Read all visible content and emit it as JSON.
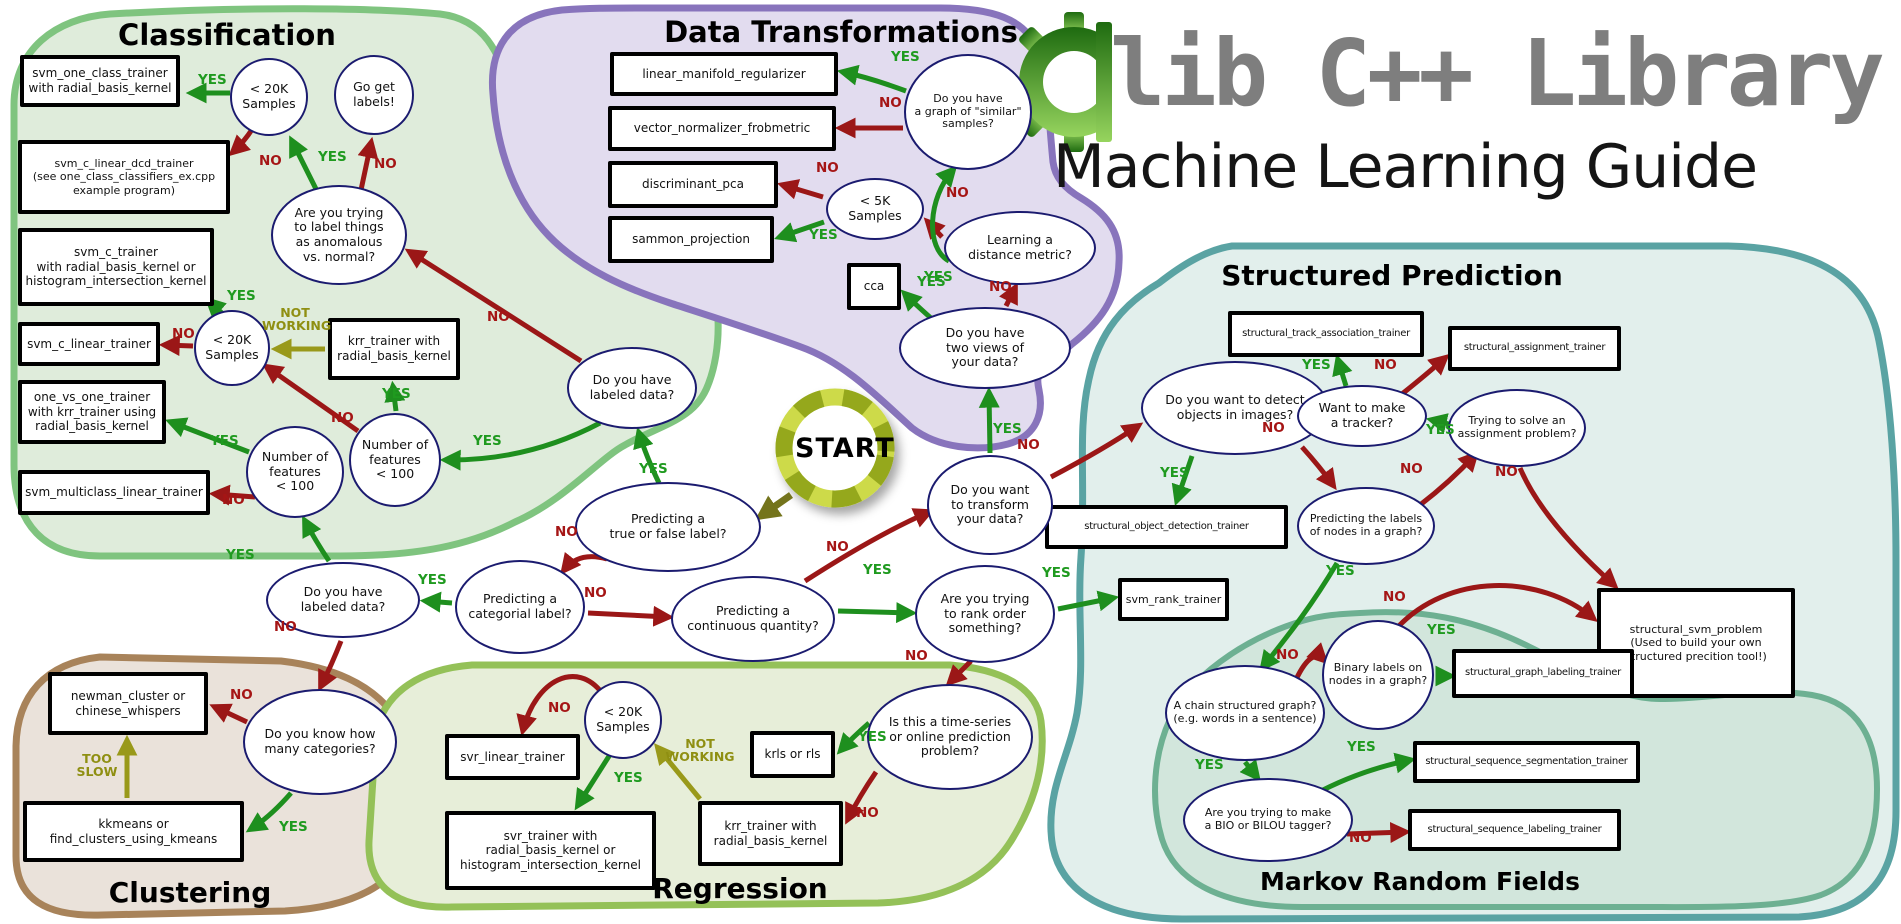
{
  "header": {
    "library_title": "lib C++ Library",
    "subtitle": "Machine Learning Guide"
  },
  "start": {
    "label": "START"
  },
  "regions": {
    "classification": {
      "title": "Classification"
    },
    "data_transformations": {
      "title": "Data Transformations"
    },
    "clustering": {
      "title": "Clustering"
    },
    "regression": {
      "title": "Regression"
    },
    "structured_prediction": {
      "title": "Structured Prediction"
    },
    "markov_random_fields": {
      "title": "Markov Random Fields"
    }
  },
  "nodes": {
    "svm_one_class": {
      "type": "result",
      "region": "classification",
      "label": "svm_one_class_trainer\nwith radial_basis_kernel"
    },
    "svm_c_linear_dcd": {
      "type": "result",
      "region": "classification",
      "label": "svm_c_linear_dcd_trainer\n(see one_class_classifiers_ex.cpp\nexample program)"
    },
    "svm_c_trainer": {
      "type": "result",
      "region": "classification",
      "label": "svm_c_trainer\nwith radial_basis_kernel or\nhistogram_intersection_kernel"
    },
    "svm_c_linear": {
      "type": "result",
      "region": "classification",
      "label": "svm_c_linear_trainer"
    },
    "one_vs_one": {
      "type": "result",
      "region": "classification",
      "label": "one_vs_one_trainer\nwith krr_trainer using\nradial_basis_kernel"
    },
    "svm_multiclass": {
      "type": "result",
      "region": "classification",
      "label": "svm_multiclass_linear_trainer"
    },
    "krr_top": {
      "type": "result",
      "region": "classification",
      "label": "krr_trainer with\nradial_basis_kernel"
    },
    "lt20k_class_top": {
      "type": "decision",
      "region": "classification",
      "label": "< 20K\nSamples"
    },
    "go_get_labels": {
      "type": "decision",
      "region": "classification",
      "label": "Go get\nlabels!"
    },
    "anomalous": {
      "type": "decision",
      "region": "classification",
      "label": "Are you trying\nto label things\nas anomalous\nvs. normal?"
    },
    "lt20k_class_mid": {
      "type": "decision",
      "region": "classification",
      "label": "< 20K\nSamples"
    },
    "features_left": {
      "type": "decision",
      "region": "classification",
      "label": "Number of\nfeatures\n< 100"
    },
    "features_right": {
      "type": "decision",
      "region": "classification",
      "label": "Number of\nfeatures\n< 100"
    },
    "labeled_arm": {
      "type": "decision",
      "region": "classification",
      "label": "Do you have\nlabeled data?"
    },
    "linear_manifold": {
      "type": "result",
      "region": "data_transformations",
      "label": "linear_manifold_regularizer"
    },
    "vector_normalizer": {
      "type": "result",
      "region": "data_transformations",
      "label": "vector_normalizer_frobmetric"
    },
    "discriminant_pca": {
      "type": "result",
      "region": "data_transformations",
      "label": "discriminant_pca"
    },
    "sammon": {
      "type": "result",
      "region": "data_transformations",
      "label": "sammon_projection"
    },
    "cca": {
      "type": "result",
      "region": "data_transformations",
      "label": "cca"
    },
    "graph_similar": {
      "type": "decision",
      "region": "data_transformations",
      "label": "Do you have\na graph of \"similar\"\nsamples?"
    },
    "lt5k": {
      "type": "decision",
      "region": "data_transformations",
      "label": "< 5K\nSamples"
    },
    "distance_metric": {
      "type": "decision",
      "region": "data_transformations",
      "label": "Learning a\ndistance metric?"
    },
    "two_views": {
      "type": "decision",
      "region": "data_transformations",
      "label": "Do you have\ntwo views of\nyour data?"
    },
    "true_false": {
      "type": "decision",
      "region": "center",
      "label": "Predicting a\ntrue or false label?"
    },
    "labeled_center": {
      "type": "decision",
      "region": "center",
      "label": "Do you have\nlabeled data?"
    },
    "categorial": {
      "type": "decision",
      "region": "center",
      "label": "Predicting a\ncategorial label?"
    },
    "continuous": {
      "type": "decision",
      "region": "center",
      "label": "Predicting a\ncontinuous quantity?"
    },
    "transform": {
      "type": "decision",
      "region": "center",
      "label": "Do you want\nto transform\nyour data?"
    },
    "rank_order": {
      "type": "decision",
      "region": "center",
      "label": "Are you trying\nto rank order\nsomething?"
    },
    "newman": {
      "type": "result",
      "region": "clustering",
      "label": "newman_cluster or\nchinese_whispers"
    },
    "kkmeans": {
      "type": "result",
      "region": "clustering",
      "label": "kkmeans or\nfind_clusters_using_kmeans"
    },
    "know_categories": {
      "type": "decision",
      "region": "clustering",
      "label": "Do you know how\nmany categories?"
    },
    "svr_linear": {
      "type": "result",
      "region": "regression",
      "label": "svr_linear_trainer"
    },
    "svr_trainer": {
      "type": "result",
      "region": "regression",
      "label": "svr_trainer with\nradial_basis_kernel or\nhistogram_intersection_kernel"
    },
    "krls": {
      "type": "result",
      "region": "regression",
      "label": "krls or rls"
    },
    "krr_reg": {
      "type": "result",
      "region": "regression",
      "label": "krr_trainer with\nradial_basis_kernel"
    },
    "lt20k_reg": {
      "type": "decision",
      "region": "regression",
      "label": "< 20K\nSamples"
    },
    "timeseries": {
      "type": "decision",
      "region": "regression",
      "label": "Is this a time-series\nor online prediction\nproblem?"
    },
    "track_assoc": {
      "type": "result",
      "region": "structured_prediction",
      "label": "structural_track_association_trainer"
    },
    "assignment": {
      "type": "result",
      "region": "structured_prediction",
      "label": "structural_assignment_trainer"
    },
    "object_detection": {
      "type": "result",
      "region": "structured_prediction",
      "label": "structural_object_detection_trainer"
    },
    "svm_problem": {
      "type": "result",
      "region": "structured_prediction",
      "label": "structural_svm_problem\n(Used to build your own\nstructured precition tool!)"
    },
    "svm_rank": {
      "type": "result",
      "region": "structured_prediction",
      "label": "svm_rank_trainer"
    },
    "detect_objects": {
      "type": "decision",
      "region": "structured_prediction",
      "label": "Do you want to detect\nobjects in images?"
    },
    "tracker": {
      "type": "decision",
      "region": "structured_prediction",
      "label": "Want to make\na tracker?"
    },
    "assign_problem": {
      "type": "decision",
      "region": "structured_prediction",
      "label": "Trying to solve an\nassignment problem?"
    },
    "pred_labels": {
      "type": "decision",
      "region": "structured_prediction",
      "label": "Predicting the labels\nof nodes in a graph?"
    },
    "graph_labeling": {
      "type": "result",
      "region": "markov_random_fields",
      "label": "structural_graph_labeling_trainer"
    },
    "seq_segmentation": {
      "type": "result",
      "region": "markov_random_fields",
      "label": "structural_sequence_segmentation_trainer"
    },
    "seq_labeling": {
      "type": "result",
      "region": "markov_random_fields",
      "label": "structural_sequence_labeling_trainer"
    },
    "chain_graph": {
      "type": "decision",
      "region": "markov_random_fields",
      "label": "A chain structured graph?\n(e.g. words in a sentence)"
    },
    "binary_labels": {
      "type": "decision",
      "region": "markov_random_fields",
      "label": "Binary labels on\nnodes in a graph?"
    },
    "bio_tagger": {
      "type": "decision",
      "region": "markov_random_fields",
      "label": "Are you trying to make\na BIO or BILOU tagger?"
    }
  },
  "edges": [
    {
      "from": "lt20k_class_top",
      "to": "svm_one_class",
      "label": "YES"
    },
    {
      "from": "lt20k_class_top",
      "to": "svm_c_linear_dcd",
      "label": "NO"
    },
    {
      "from": "anomalous",
      "to": "lt20k_class_top",
      "label": "YES"
    },
    {
      "from": "anomalous",
      "to": "go_get_labels",
      "label": "NO"
    },
    {
      "from": "labeled_arm",
      "to": "anomalous",
      "label": "NO"
    },
    {
      "from": "lt20k_class_mid",
      "to": "svm_c_trainer",
      "label": "YES"
    },
    {
      "from": "krr_top",
      "to": "lt20k_class_mid",
      "label": "NOT WORKING"
    },
    {
      "from": "lt20k_class_mid",
      "to": "svm_c_linear",
      "label": "NO"
    },
    {
      "from": "features_right",
      "to": "krr_top",
      "label": "YES"
    },
    {
      "from": "features_right",
      "to": "lt20k_class_mid",
      "label": "NO"
    },
    {
      "from": "labeled_arm",
      "to": "features_right",
      "label": "YES"
    },
    {
      "from": "features_left",
      "to": "one_vs_one",
      "label": "YES"
    },
    {
      "from": "features_left",
      "to": "svm_multiclass",
      "label": "NO"
    },
    {
      "from": "labeled_center",
      "to": "features_left",
      "label": "YES"
    },
    {
      "from": "true_false",
      "to": "labeled_arm",
      "label": "YES"
    },
    {
      "from": "true_false",
      "to": "categorial",
      "label": "NO"
    },
    {
      "from": "categorial",
      "to": "labeled_center",
      "label": "YES"
    },
    {
      "from": "categorial",
      "to": "continuous",
      "label": "NO"
    },
    {
      "from": "labeled_center",
      "to": "know_categories",
      "label": "NO"
    },
    {
      "from": "know_categories",
      "to": "newman",
      "label": "NO"
    },
    {
      "from": "know_categories",
      "to": "kkmeans",
      "label": "YES"
    },
    {
      "from": "kkmeans",
      "to": "newman",
      "label": "TOO SLOW"
    },
    {
      "from": "continuous",
      "to": "rank_order",
      "label": "YES"
    },
    {
      "from": "continuous",
      "to": "transform",
      "label": "NO"
    },
    {
      "from": "rank_order",
      "to": "svm_rank",
      "label": "YES"
    },
    {
      "from": "rank_order",
      "to": "timeseries",
      "label": "NO"
    },
    {
      "from": "transform",
      "to": "two_views",
      "label": "YES"
    },
    {
      "from": "transform",
      "to": "detect_objects",
      "label": "NO"
    },
    {
      "from": "two_views",
      "to": "cca",
      "label": "YES"
    },
    {
      "from": "two_views",
      "to": "distance_metric",
      "label": "NO"
    },
    {
      "from": "distance_metric",
      "to": "lt5k",
      "label": "NO"
    },
    {
      "from": "distance_metric",
      "to": "graph_similar",
      "label": "YES"
    },
    {
      "from": "lt5k",
      "to": "discriminant_pca",
      "label": "NO"
    },
    {
      "from": "lt5k",
      "to": "sammon",
      "label": "YES"
    },
    {
      "from": "graph_similar",
      "to": "linear_manifold",
      "label": "YES"
    },
    {
      "from": "graph_similar",
      "to": "vector_normalizer",
      "label": "NO"
    },
    {
      "from": "start",
      "to": "true_false",
      "label": ""
    },
    {
      "from": "lt20k_reg",
      "to": "svr_linear",
      "label": "NO"
    },
    {
      "from": "lt20k_reg",
      "to": "svr_trainer",
      "label": "YES"
    },
    {
      "from": "krr_reg",
      "to": "lt20k_reg",
      "label": "NOT WORKING"
    },
    {
      "from": "timeseries",
      "to": "krls",
      "label": "YES"
    },
    {
      "from": "timeseries",
      "to": "krr_reg",
      "label": "NO"
    },
    {
      "from": "detect_objects",
      "to": "object_detection",
      "label": "YES"
    },
    {
      "from": "detect_objects",
      "to": "pred_labels",
      "label": "NO"
    },
    {
      "from": "tracker",
      "to": "track_assoc",
      "label": "YES"
    },
    {
      "from": "tracker",
      "to": "assignment",
      "label": "NO"
    },
    {
      "from": "assign_problem",
      "to": "tracker",
      "label": "YES"
    },
    {
      "from": "assign_problem",
      "to": "svm_problem",
      "label": "NO"
    },
    {
      "from": "pred_labels",
      "to": "assign_problem",
      "label": "NO"
    },
    {
      "from": "pred_labels",
      "to": "chain_graph",
      "label": "YES"
    },
    {
      "from": "chain_graph",
      "to": "binary_labels",
      "label": "NO"
    },
    {
      "from": "binary_labels",
      "to": "graph_labeling",
      "label": "YES"
    },
    {
      "from": "binary_labels",
      "to": "svm_problem",
      "label": "NO"
    },
    {
      "from": "chain_graph",
      "to": "bio_tagger",
      "label": "YES"
    },
    {
      "from": "bio_tagger",
      "to": "seq_segmentation",
      "label": "YES"
    },
    {
      "from": "bio_tagger",
      "to": "seq_labeling",
      "label": "NO"
    }
  ],
  "colors": {
    "yes_green": "#1f9a1f",
    "no_red": "#9b1717",
    "alt_olive": "#8f8f12",
    "oval_border": "#1b1b6f",
    "classification_fill": "#dfecdb",
    "classification_border": "#7fc47f",
    "data_fill": "#e2dcef",
    "data_border": "#8874bc",
    "clustering_fill": "#eae2da",
    "clustering_border": "#a8835a",
    "regression_fill": "#e7eed9",
    "regression_border": "#94c158",
    "structured_fill": "#e2efec",
    "structured_border": "#5aa3a3",
    "markov_fill": "#d2e6dc",
    "markov_border": "#6db092",
    "logo_green_dark": "#1e6b10",
    "logo_green_light": "#96d45e",
    "logo_gray": "#7e7e7e"
  }
}
